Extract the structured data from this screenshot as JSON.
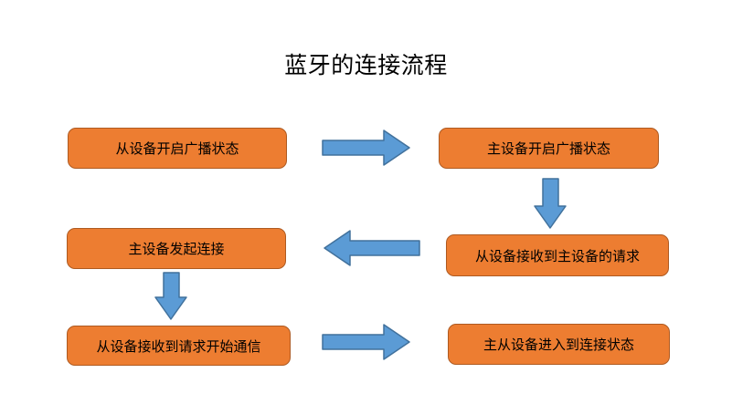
{
  "title": "蓝牙的连接流程",
  "colors": {
    "background": "#FFFFFF",
    "node_fill": "#ED7D31",
    "node_border": "#AE5A21",
    "arrow_fill": "#5B9BD5",
    "arrow_border": "#41719C",
    "text": "#000000"
  },
  "nodes": [
    {
      "id": "node-1",
      "label": "从设备开启广播状态"
    },
    {
      "id": "node-2",
      "label": "主设备开启广播状态"
    },
    {
      "id": "node-3",
      "label": "主设备发起连接"
    },
    {
      "id": "node-4",
      "label": "从设备接收到主设备的请求"
    },
    {
      "id": "node-5",
      "label": "从设备接收到请求开始通信"
    },
    {
      "id": "node-6",
      "label": "主从设备进入到连接状态"
    }
  ],
  "arrows": [
    {
      "id": "arrow-1",
      "direction": "right",
      "from": "node-1",
      "to": "node-2"
    },
    {
      "id": "arrow-2",
      "direction": "down",
      "from": "node-2",
      "to": "node-4"
    },
    {
      "id": "arrow-3",
      "direction": "left",
      "from": "node-4",
      "to": "node-3"
    },
    {
      "id": "arrow-4",
      "direction": "down",
      "from": "node-3",
      "to": "node-5"
    },
    {
      "id": "arrow-5",
      "direction": "right",
      "from": "node-5",
      "to": "node-6"
    }
  ]
}
